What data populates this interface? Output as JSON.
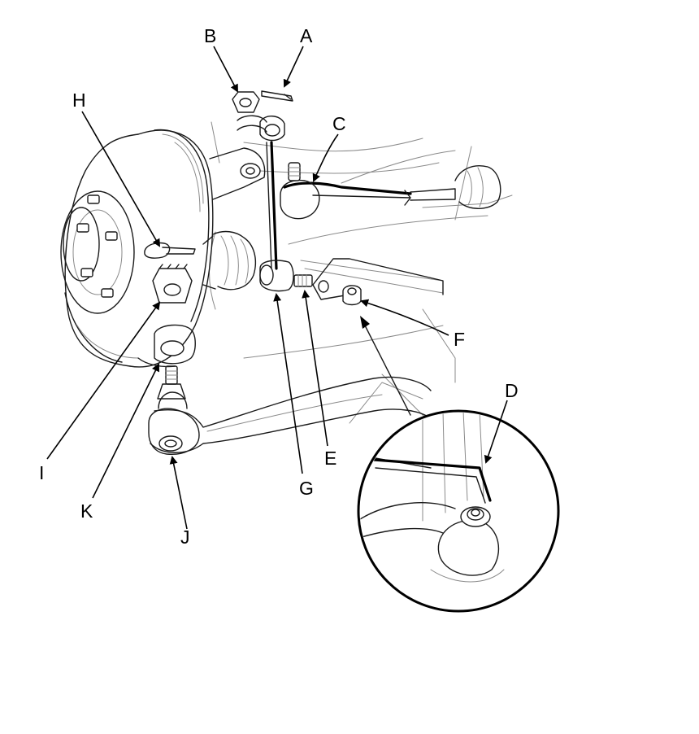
{
  "callouts": {
    "A": "A",
    "B": "B",
    "C": "C",
    "D": "D",
    "E": "E",
    "F": "F",
    "G": "G",
    "H": "H",
    "I": "I",
    "J": "J",
    "K": "K"
  },
  "colors": {
    "line": "#1a1a1a",
    "thin_line": "#8a8a8a",
    "background": "#ffffff"
  }
}
